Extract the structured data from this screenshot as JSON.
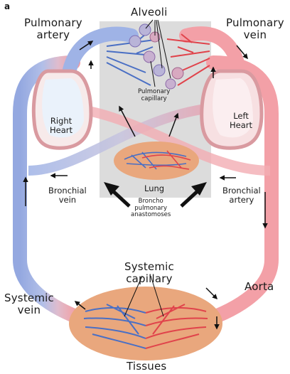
{
  "panel_letter": "a",
  "labels": {
    "alveoli": "Alveoli",
    "pulmonary_artery": "Pulmonary\nartery",
    "pulmonary_vein": "Pulmonary\nvein",
    "pulmonary_capillary": "Pulmonary\ncapillary",
    "right_heart": "Right\nHeart",
    "left_heart": "Left\nHeart",
    "bronchial_vein": "Bronchial\nvein",
    "bronchial_artery": "Bronchial\nartery",
    "lung": "Lung",
    "broncho_pulmonary_anastomoses": "Broncho\npulmonary\nanastomoses",
    "systemic_capillary": "Systemic\ncapillary",
    "systemic_vein": "Systemic\nvein",
    "aorta": "Aorta",
    "tissues": "Tissues"
  },
  "colors": {
    "oxygenated_blood": "#e0434b",
    "deoxygenated_blood": "#4a6fc4",
    "lung_panel": "#dcdcdc",
    "organ_fill": "#e9a77d",
    "heart_outline": "#d99aa0"
  }
}
